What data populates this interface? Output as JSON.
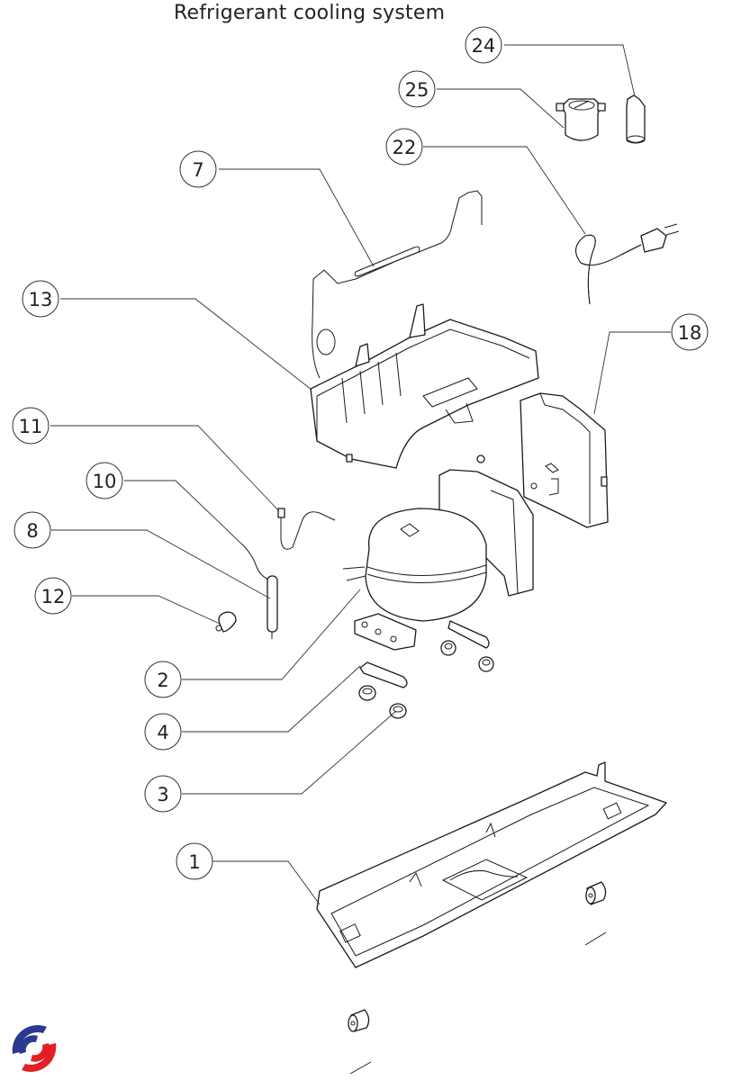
{
  "title": "Refrigerant cooling system",
  "logo": {
    "name": "brand-logo",
    "colors": {
      "blue": "#2b3990",
      "red": "#e21f26"
    }
  },
  "callouts": [
    {
      "id": "24",
      "label": "24",
      "part": "cap"
    },
    {
      "id": "25",
      "label": "25",
      "part": "connector-cap"
    },
    {
      "id": "22",
      "label": "22",
      "part": "power-cord"
    },
    {
      "id": "7",
      "label": "7",
      "part": "condenser-tube"
    },
    {
      "id": "13",
      "label": "13",
      "part": "water-tray"
    },
    {
      "id": "18",
      "label": "18",
      "part": "control-box"
    },
    {
      "id": "11",
      "label": "11",
      "part": "capillary-pipe"
    },
    {
      "id": "10",
      "label": "10",
      "part": "connecting-tube"
    },
    {
      "id": "8",
      "label": "8",
      "part": "filter-drier"
    },
    {
      "id": "12",
      "label": "12",
      "part": "pipe-clamp"
    },
    {
      "id": "2",
      "label": "2",
      "part": "compressor"
    },
    {
      "id": "4",
      "label": "4",
      "part": "mounting-clip"
    },
    {
      "id": "3",
      "label": "3",
      "part": "rubber-grommet"
    },
    {
      "id": "1",
      "label": "1",
      "part": "base-plate"
    }
  ]
}
